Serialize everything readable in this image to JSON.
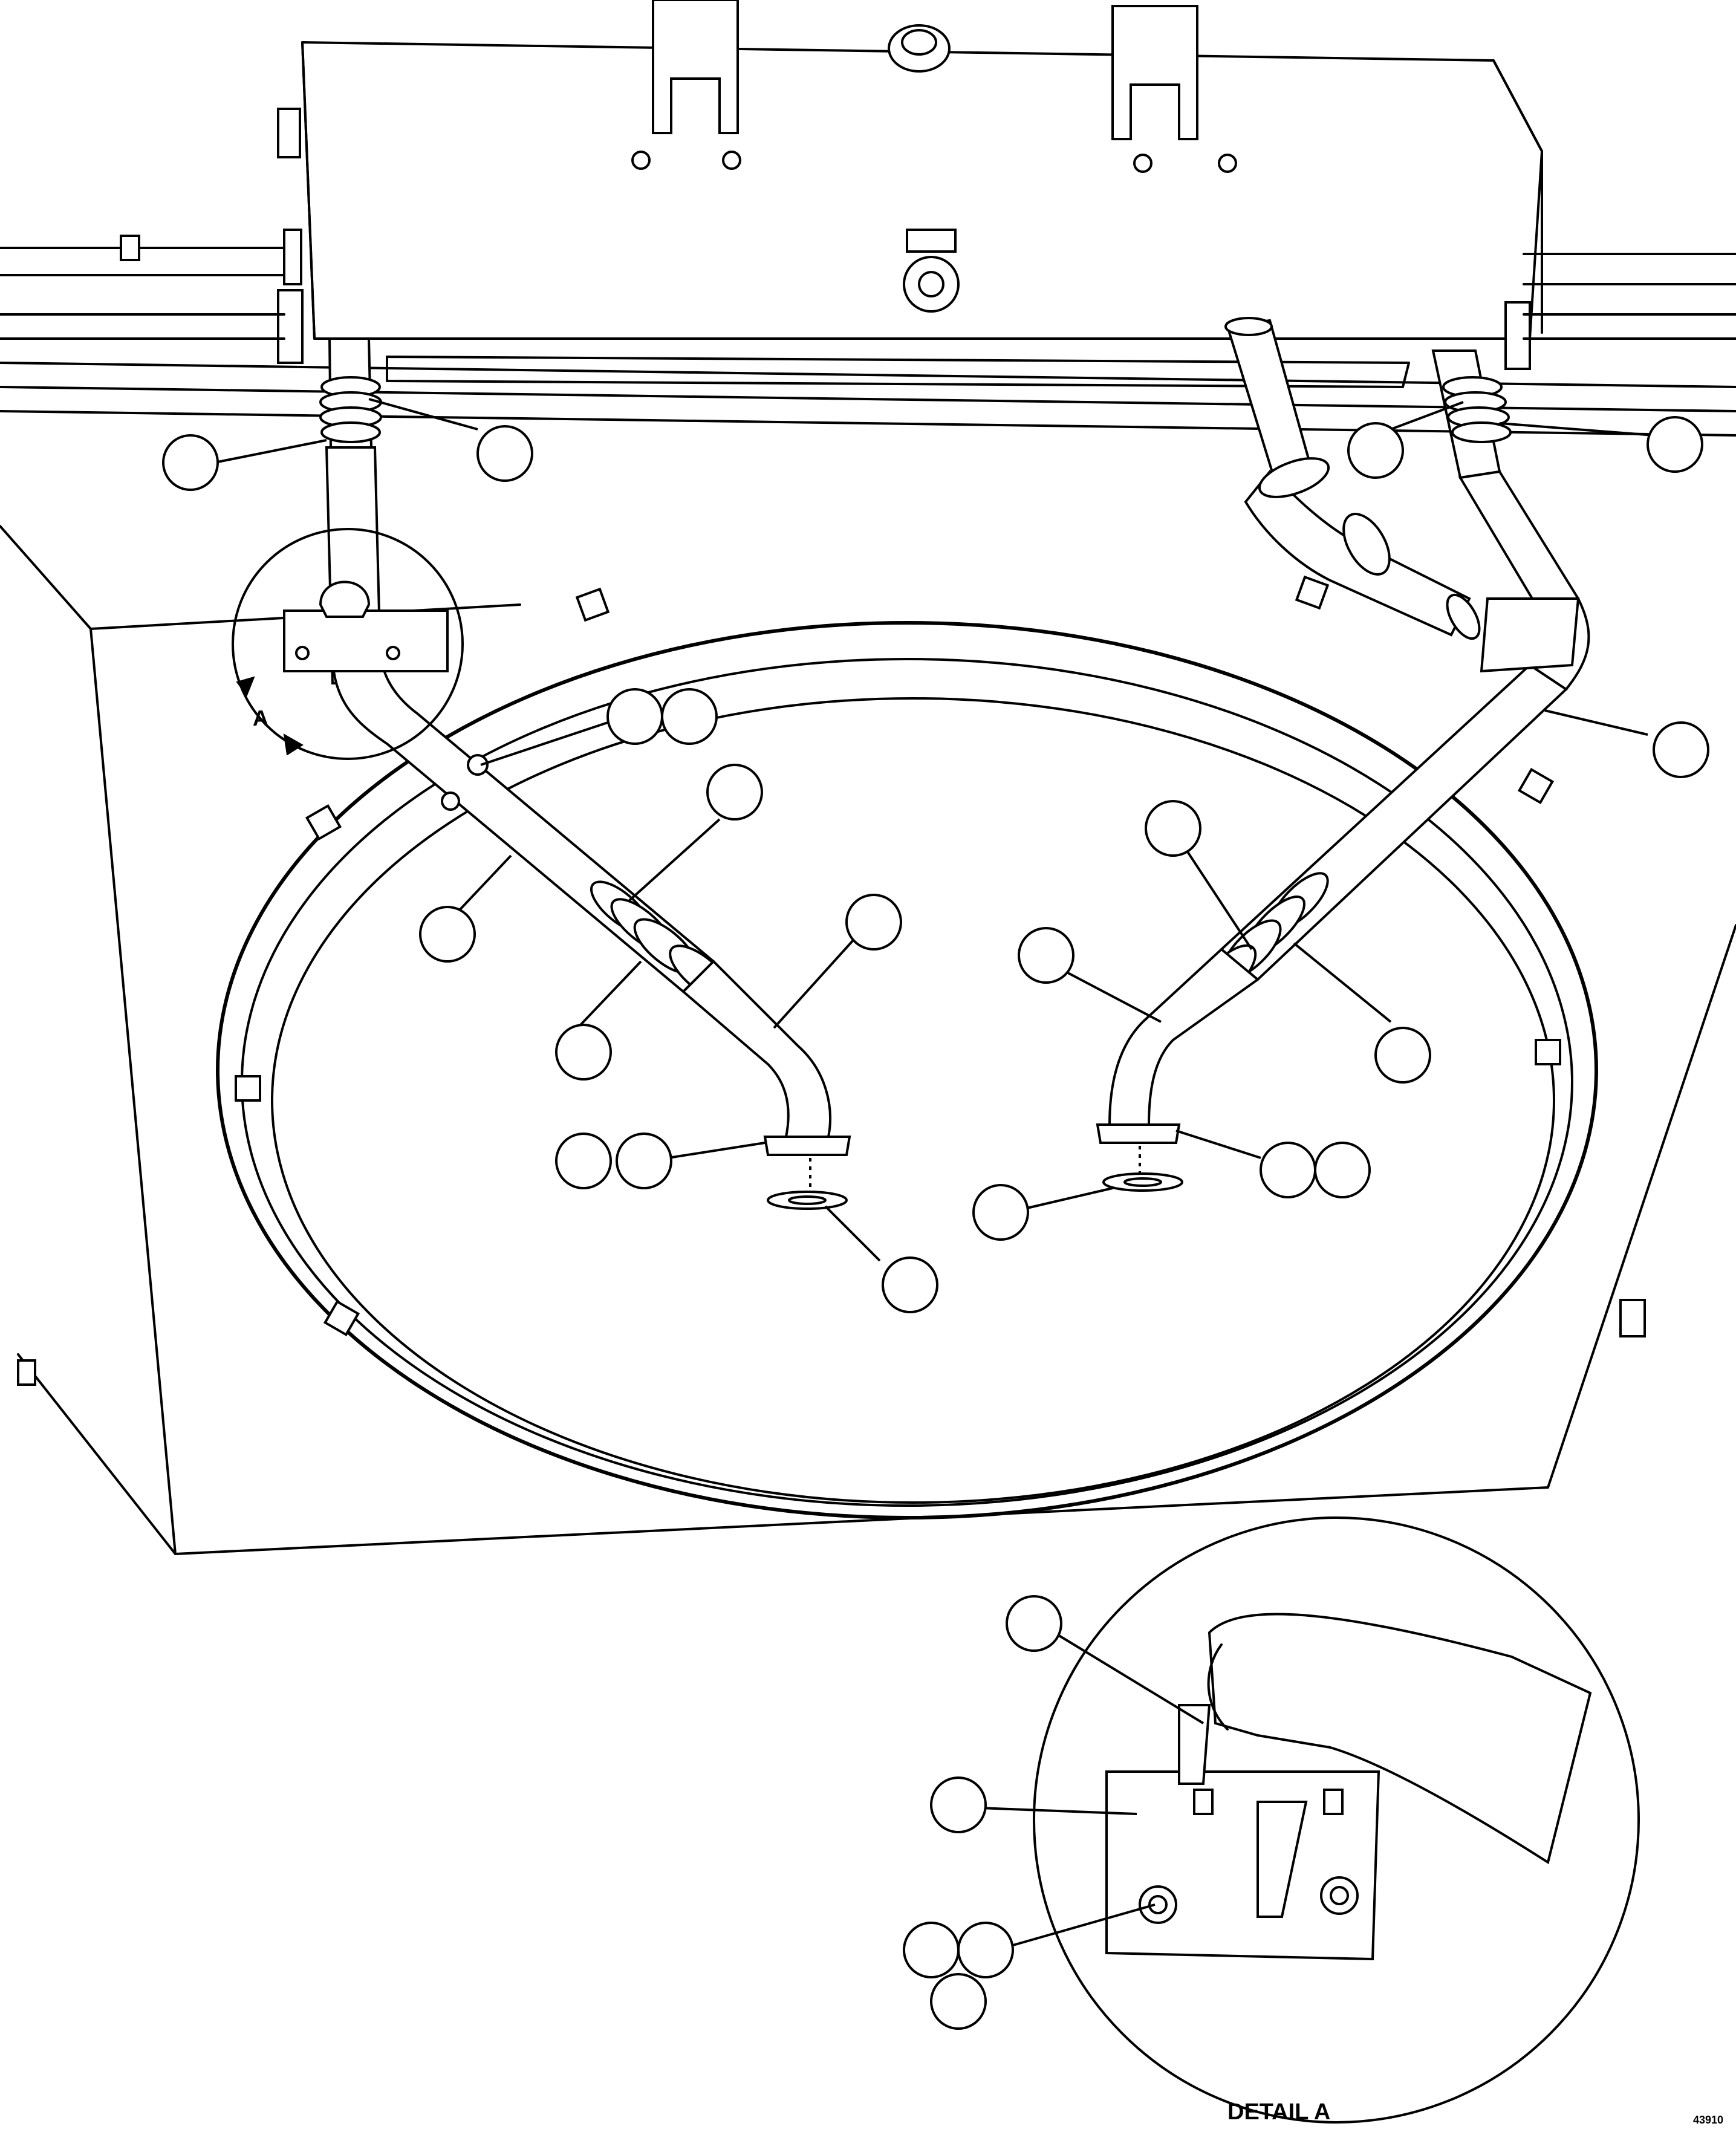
{
  "labels": {
    "view_letter": "A",
    "detail_caption": "DETAIL A",
    "drawing_number": "43910"
  },
  "callouts_main": [
    {
      "id": "c1"
    },
    {
      "id": "c2"
    },
    {
      "id": "c3"
    },
    {
      "id": "c4"
    },
    {
      "id": "c5"
    },
    {
      "id": "c6"
    },
    {
      "id": "c7"
    },
    {
      "id": "c8"
    },
    {
      "id": "c9"
    },
    {
      "id": "c10"
    },
    {
      "id": "c11"
    },
    {
      "id": "c12"
    },
    {
      "id": "c13"
    },
    {
      "id": "c14"
    },
    {
      "id": "c15"
    },
    {
      "id": "c16"
    },
    {
      "id": "c17"
    },
    {
      "id": "c18"
    },
    {
      "id": "c19"
    },
    {
      "id": "c20"
    },
    {
      "id": "c21"
    },
    {
      "id": "c22"
    },
    {
      "id": "c23"
    }
  ],
  "callouts_detail": [
    {
      "id": "d1"
    },
    {
      "id": "d2"
    },
    {
      "id": "d3"
    },
    {
      "id": "d4"
    },
    {
      "id": "d5"
    }
  ]
}
